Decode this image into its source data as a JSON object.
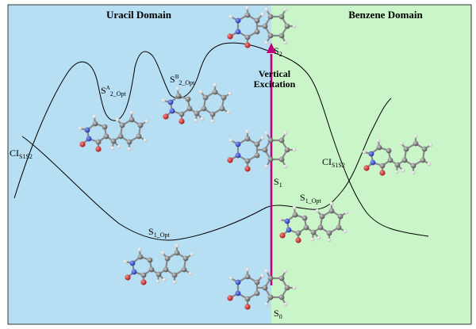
{
  "domains": {
    "left": {
      "title": "Uracil Domain",
      "color": "#b7dff3"
    },
    "right": {
      "title": "Benzene Domain",
      "color": "#c9f5c9"
    }
  },
  "excitation": {
    "line1": "Vertical",
    "line2": "Excitation",
    "color": "#c4007a"
  },
  "labels": {
    "ci_left": {
      "main": "CI",
      "sub": "S1S2"
    },
    "ci_right": {
      "main": "CI",
      "sub": "S1S2"
    },
    "s2a_opt": {
      "main": "S",
      "sup": "A",
      "sub": "2_Opt"
    },
    "s2b_opt": {
      "main": "S",
      "sup": "B",
      "sub": "2_Opt"
    },
    "s1_opt_left": {
      "main": "S",
      "sub": "1_Opt"
    },
    "s1_opt_right": {
      "main": "S",
      "sub": "1_Opt"
    },
    "s2": {
      "main": "S",
      "sub": "2"
    },
    "s1": {
      "main": "S",
      "sub": "1"
    },
    "s0": {
      "main": "S",
      "sub": "0"
    }
  },
  "atom_colors": {
    "carbon": "#6b6b6b",
    "nitrogen": "#2a3fd6",
    "oxygen": "#d42020",
    "hydrogen": "#f2f2f2"
  }
}
